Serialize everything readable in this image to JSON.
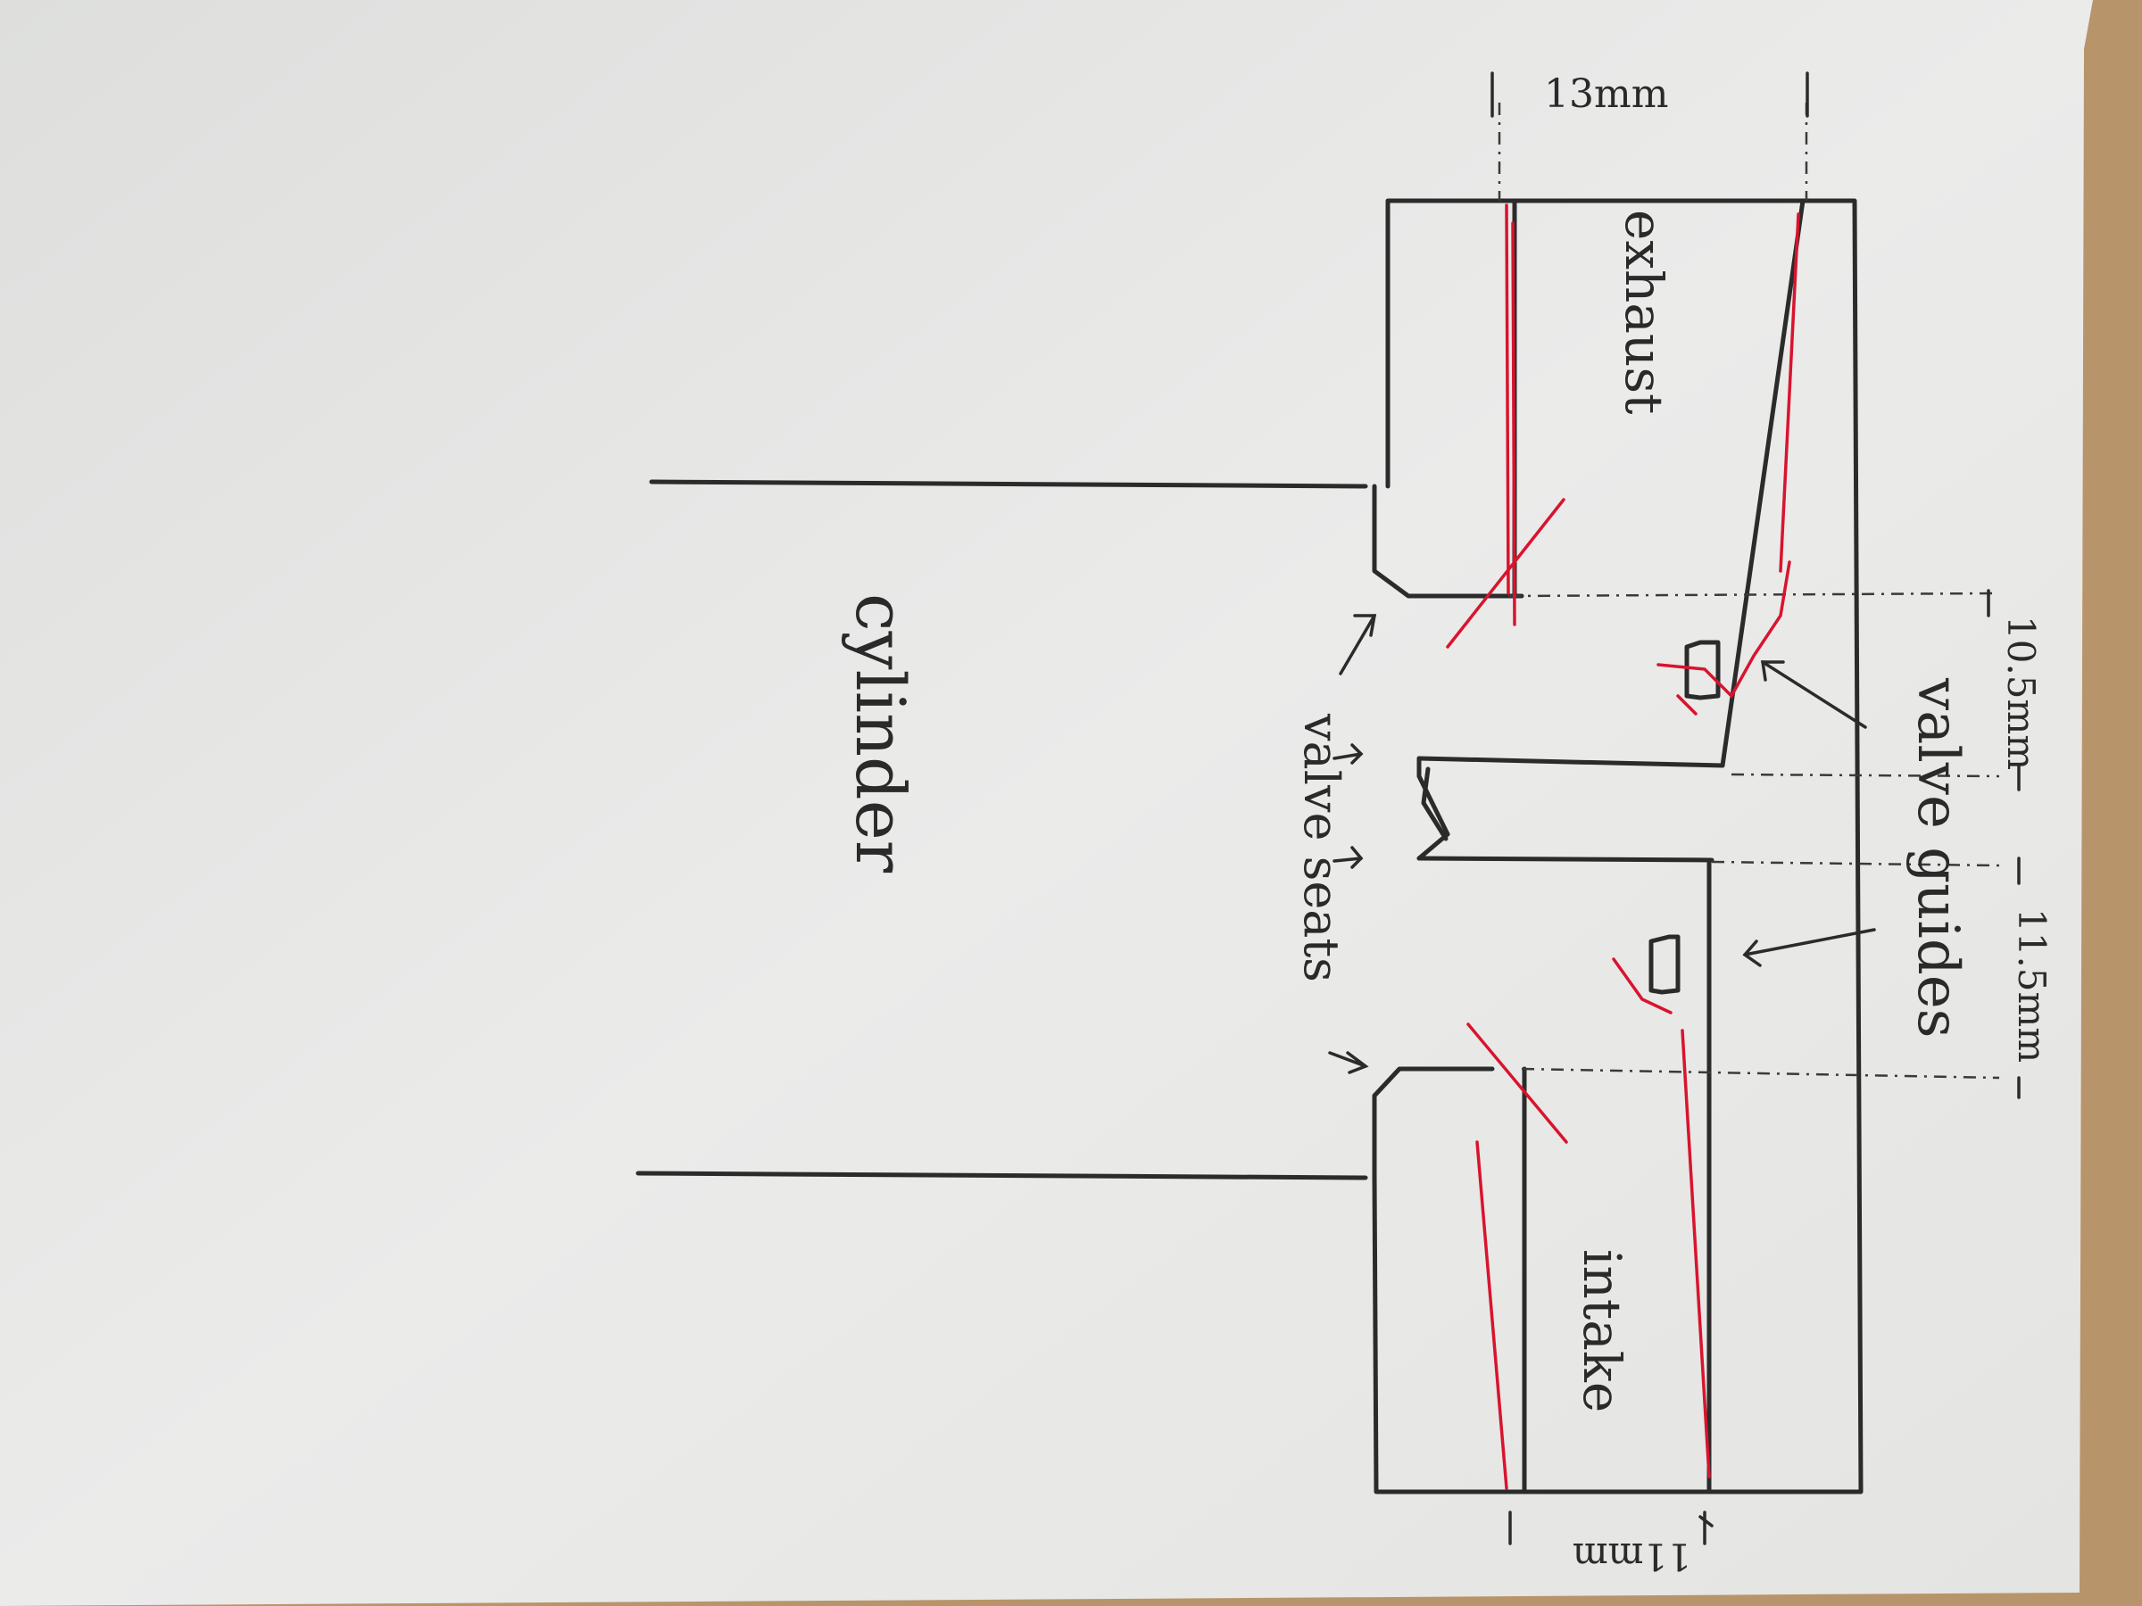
{
  "labels": {
    "cylinder": "cylinder",
    "exhaust": "exhaust",
    "intake": "intake",
    "valve_seats": "valve seats",
    "valve_guides": "valve guides"
  },
  "dimensions": {
    "top_width": "13mm",
    "seat_gap_exhaust": "10.5mm",
    "seat_gap_intake": "11.5mm",
    "bottom_width": "11mm"
  },
  "colors": {
    "paper": "#e9e9e7",
    "ink": "#2b2b2b",
    "red_pen": "#d8142e",
    "background": "#b8946a"
  }
}
